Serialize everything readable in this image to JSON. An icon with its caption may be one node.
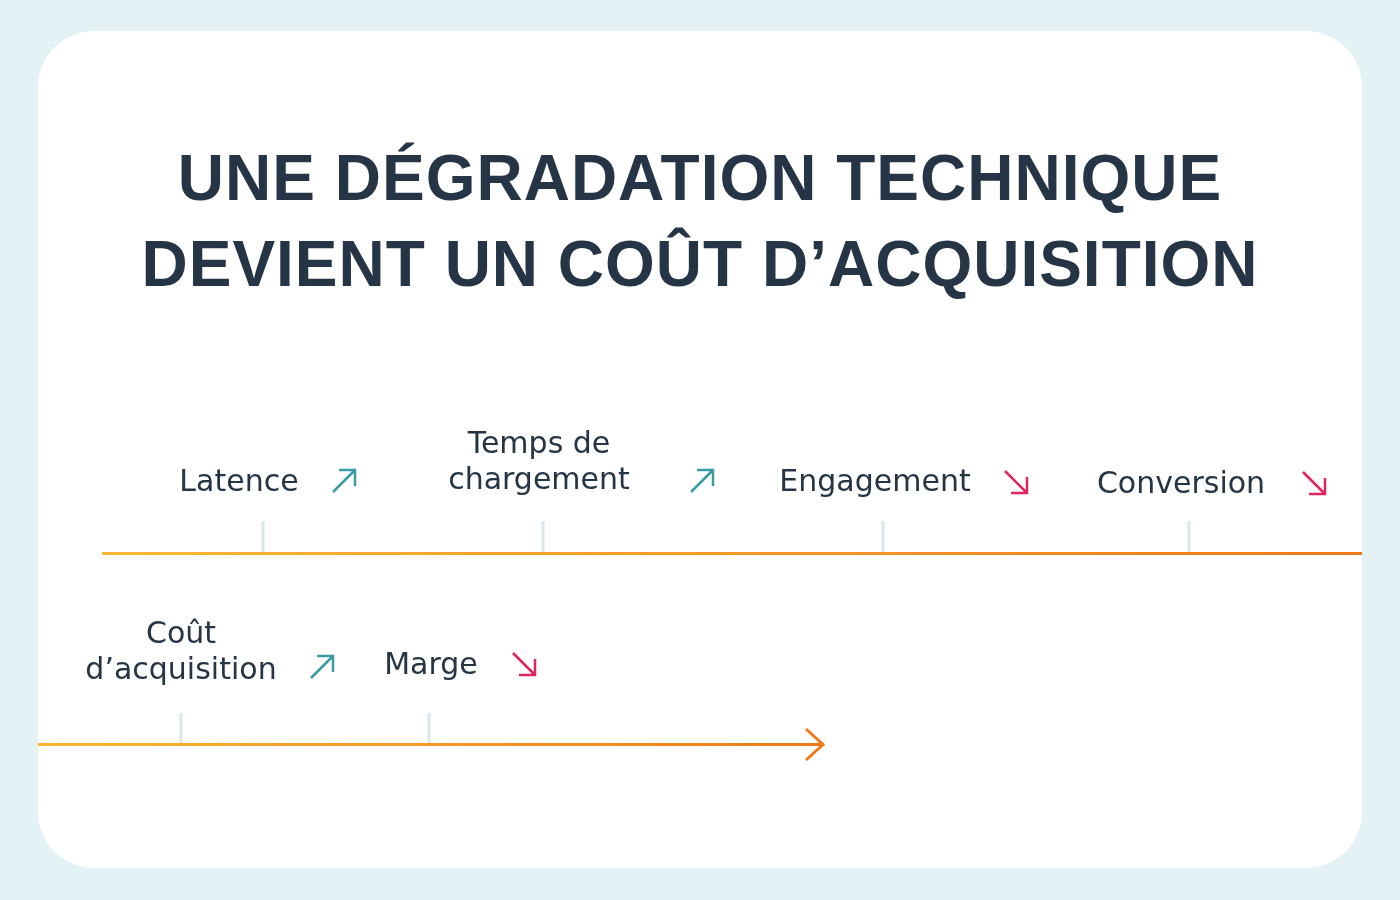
{
  "diagram": {
    "title": "UNE DÉGRADATION TECHNIQUE DEVIENT UN COÛT D’ACQUISITION",
    "labels": [
      "Latence",
      "Temps de chargement",
      "Engagement",
      "Conversion",
      "Coût d’acquisition",
      "Marge"
    ]
  }
}
